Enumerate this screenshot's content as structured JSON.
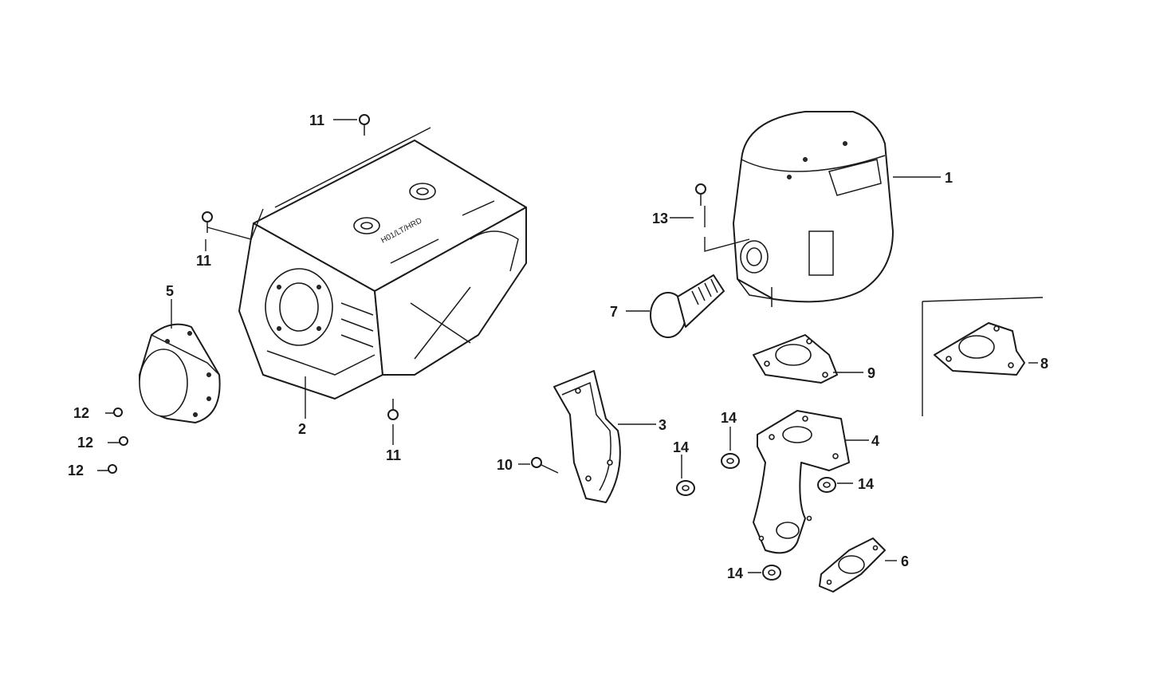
{
  "diagram": {
    "callouts": {
      "c1": "1",
      "c2": "2",
      "c3": "3",
      "c4": "4",
      "c5": "5",
      "c6": "6",
      "c7": "7",
      "c8": "8",
      "c9": "9",
      "c10": "10",
      "c11a": "11",
      "c11b": "11",
      "c11c": "11",
      "c12a": "12",
      "c12b": "12",
      "c12c": "12",
      "c13": "13",
      "c14a": "14",
      "c14b": "14",
      "c14c": "14",
      "c14d": "14"
    },
    "stamp_text": "H01/LT/HRD"
  }
}
